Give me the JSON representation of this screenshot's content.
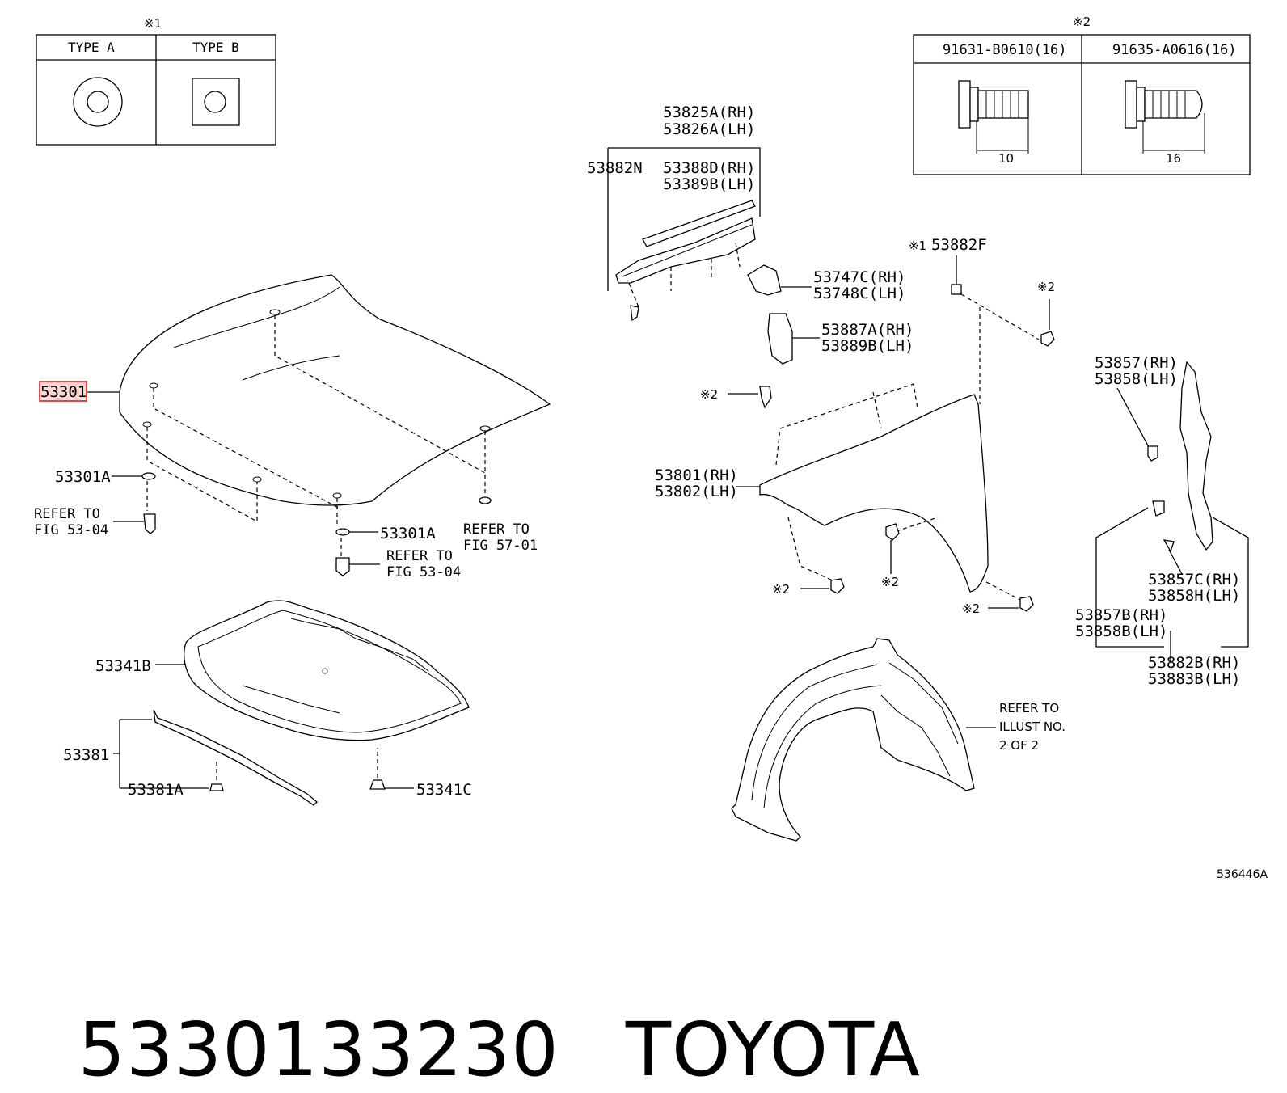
{
  "legend1": {
    "mark": "※1",
    "type_a": "TYPE A",
    "type_b": "TYPE B"
  },
  "legend2": {
    "mark": "※2",
    "bolt1": {
      "part": "91631-B0610(16)",
      "length": "10"
    },
    "bolt2": {
      "part": "91635-A0616(16)",
      "length": "16"
    }
  },
  "labels": {
    "hood": "53301",
    "hood_clip_left": "53301A",
    "hood_clip_right": "53301A",
    "refer_left": [
      "REFER TO",
      "FIG 53-04"
    ],
    "refer_mid": [
      "REFER TO",
      "FIG 53-04"
    ],
    "refer_right": [
      "REFER TO",
      "FIG 57-01"
    ],
    "insulator": "53341B",
    "insulator_clip": "53341C",
    "seal": "53381",
    "seal_clip": "53381A",
    "seal_upper": [
      "53825A(RH)",
      "53826A(LH)"
    ],
    "seal_lower": [
      "53388D(RH)",
      "53389B(LH)"
    ],
    "clip_53882n": "53882N",
    "bracket1": [
      "53747C(RH)",
      "53748C(LH)"
    ],
    "bracket2": [
      "53887A(RH)",
      "53889B(LH)"
    ],
    "clip_53882f_mark": "※1",
    "clip_53882f": "53882F",
    "fender": [
      "53801(RH)",
      "53802(LH)"
    ],
    "liner_a": [
      "53857(RH)",
      "53858(LH)"
    ],
    "liner_c": [
      "53857C(RH)",
      "53858H(LH)"
    ],
    "liner_b": [
      "53857B(RH)",
      "53858B(LH)"
    ],
    "liner_clip": [
      "53882B(RH)",
      "53883B(LH)"
    ],
    "refer_illust": [
      "REFER TO",
      "ILLUST NO.",
      "2 OF 2"
    ],
    "bolt_mark": "※2",
    "figure_code": "536446A"
  },
  "footer": {
    "part_number": "5330133230",
    "brand": "TOYOTA"
  }
}
